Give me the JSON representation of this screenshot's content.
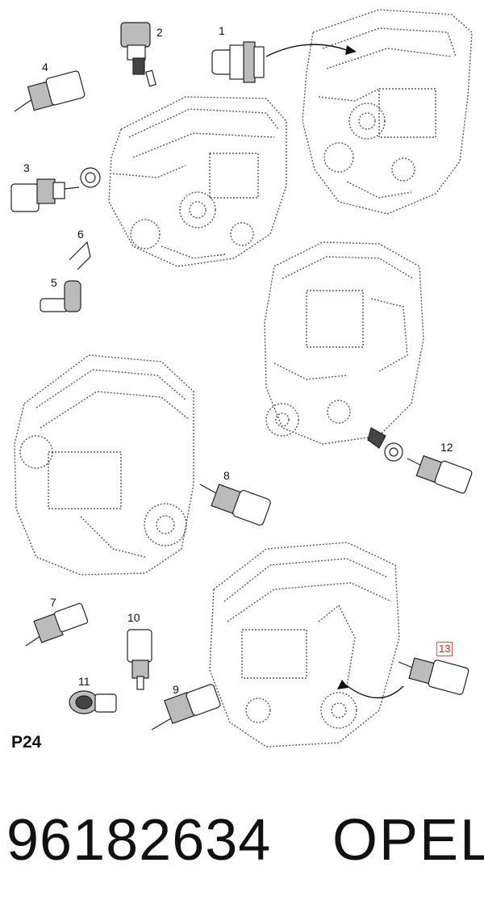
{
  "diagram": {
    "page_label": "P24",
    "part_number": "96182634",
    "brand": "OPEL",
    "callouts": [
      {
        "id": "1",
        "label": "1"
      },
      {
        "id": "2",
        "label": "2"
      },
      {
        "id": "3",
        "label": "3"
      },
      {
        "id": "4",
        "label": "4"
      },
      {
        "id": "5",
        "label": "5"
      },
      {
        "id": "6",
        "label": "6"
      },
      {
        "id": "7",
        "label": "7"
      },
      {
        "id": "8",
        "label": "8"
      },
      {
        "id": "9",
        "label": "9"
      },
      {
        "id": "10",
        "label": "10"
      },
      {
        "id": "11",
        "label": "11"
      },
      {
        "id": "12",
        "label": "12"
      },
      {
        "id": "13",
        "label": "13",
        "highlighted": true
      }
    ],
    "highlight_color": "#e05050"
  }
}
